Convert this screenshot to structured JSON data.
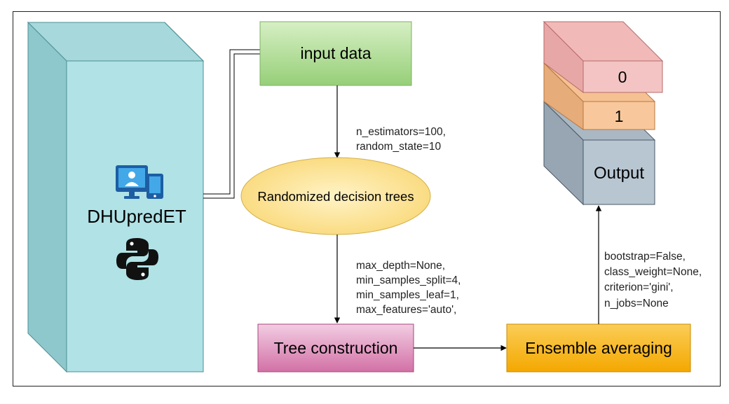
{
  "nodes": {
    "input_data": "input data",
    "randomized_trees": "Randomized decision trees",
    "tree_construction": "Tree construction",
    "ensemble_averaging": "Ensemble averaging",
    "output": "Output",
    "class_0": "0",
    "class_1": "1",
    "model_name": "DHUpredET"
  },
  "params": {
    "forest": [
      "n_estimators=100,",
      "random_state=10"
    ],
    "tree": [
      "max_depth=None,",
      "min_samples_split=4,",
      "min_samples_leaf=1,",
      "max_features='auto',"
    ],
    "ensemble": [
      "bootstrap=False,",
      "class_weight=None,",
      "criterion='gini',",
      "n_jobs=None"
    ]
  },
  "icons": [
    "monitor-user-icon",
    "python-logo-icon"
  ],
  "colors": {
    "cube_front": "#b0e2e6",
    "cube_side": "#8cc6cb",
    "input_green": "#a6d98a",
    "ellipse_yellow": "#fde39a",
    "tree_pink": "#dc86b4",
    "ensemble_orange": "#f7b512",
    "output_blue": "#b8c6d2",
    "box_1": "#f8c89c",
    "box_0": "#f4c4c4"
  }
}
